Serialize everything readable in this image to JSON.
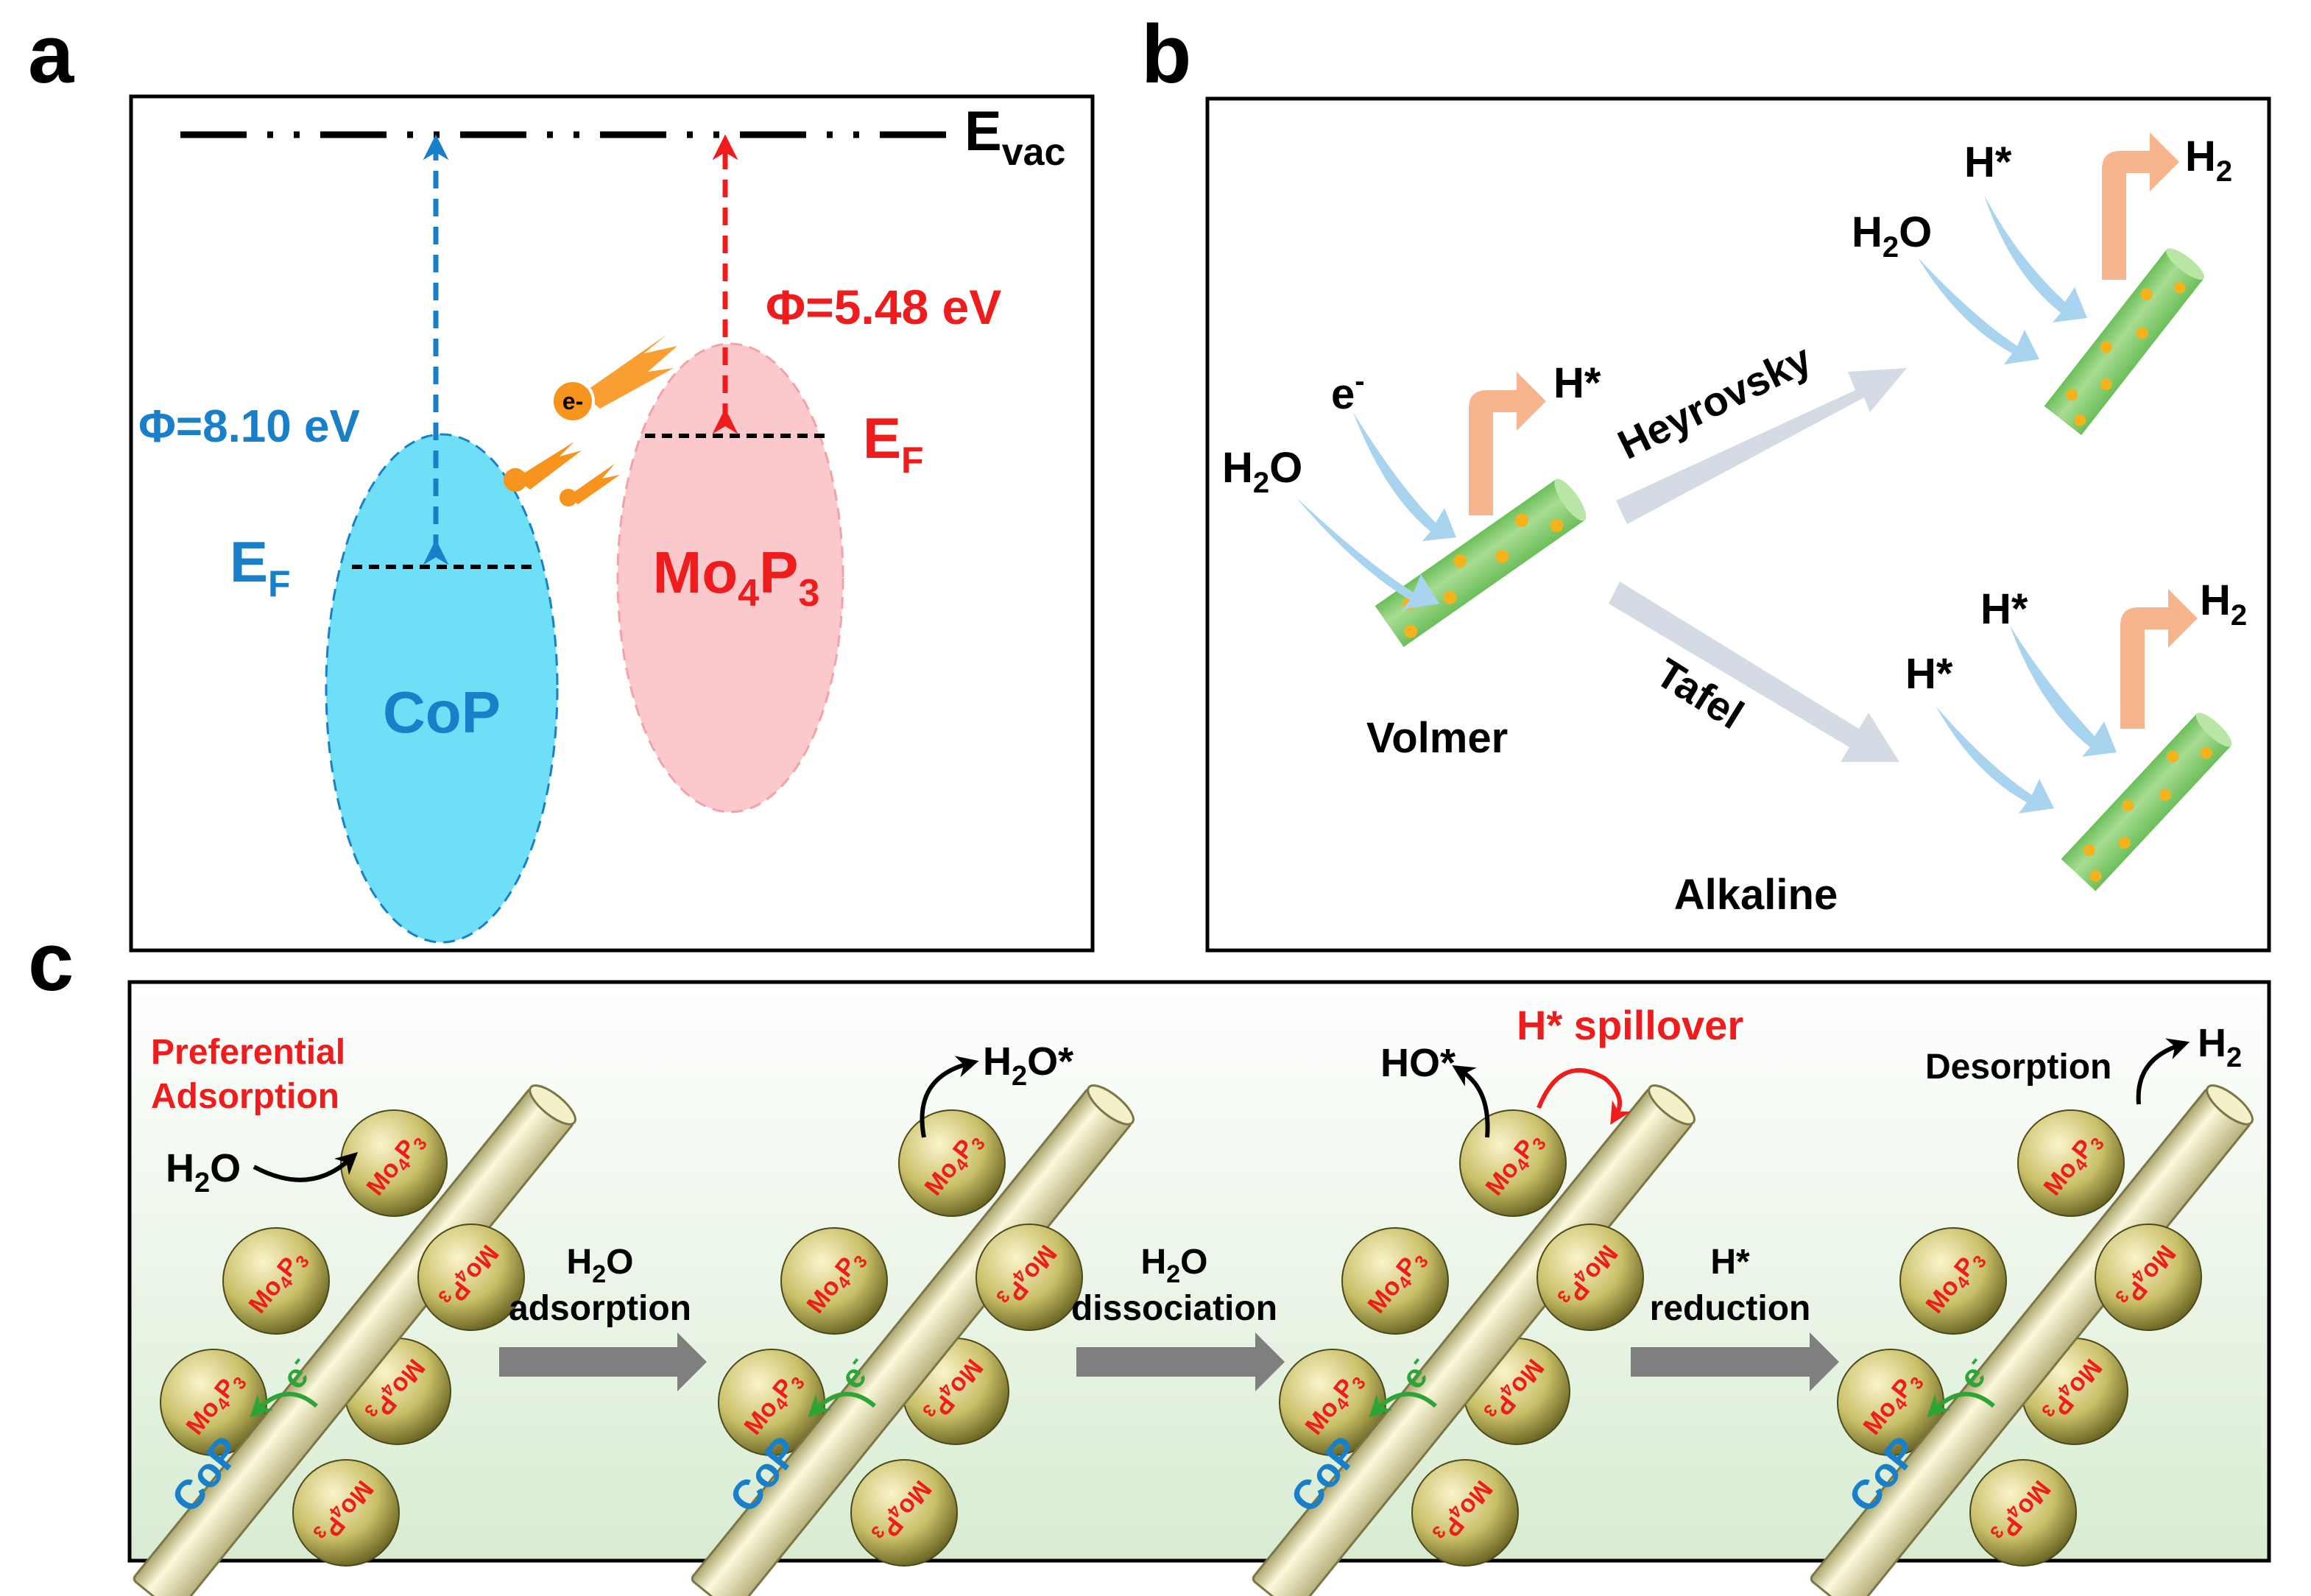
{
  "panel_a": {
    "letter": "a",
    "evac_main": "E",
    "evac_sub": "vac",
    "phi_cop": "Φ=8.10 eV",
    "phi_mo": "Φ=5.48 eV",
    "ef_main": "E",
    "ef_sub": "F",
    "cop_label": "CoP",
    "mo_main_1": "Mo",
    "mo_sub_1": "4",
    "mo_main_2": "P",
    "mo_sub_2": "3",
    "electron_label": "e-",
    "colors": {
      "cop": "#1a7fc9",
      "mo": "#ee1c1c",
      "cop_fill": "#6fdff7",
      "mo_fill": "#fbc8cb",
      "electron": "#f7941d"
    }
  },
  "panel_b": {
    "letter": "b",
    "h2o_main": "H",
    "h2o_sub": "2",
    "h2o_tail": "O",
    "electron_main": "e",
    "electron_sup": "-",
    "hstar": "H*",
    "h2_main": "H",
    "h2_sub": "2",
    "heyrovsky": "Heyrovsky",
    "tafel": "Tafel",
    "volmer": "Volmer",
    "alkaline": "Alkaline",
    "colors": {
      "rod": "#8ed17a",
      "dot": "#f5b21b",
      "arrow_blue": "#a8d4ef",
      "arrow_orange": "#f8b48d",
      "arrow_grey": "#d4dbe5"
    }
  },
  "panel_c": {
    "letter": "c",
    "preferential_1": "Preferential",
    "preferential_2": "Adsorption",
    "h2o_main": "H",
    "h2o_sub": "2",
    "h2o_tail": "O",
    "h2ostar_tail": "O*",
    "hostar": "HO*",
    "spillover": "H* spillover",
    "desorption": "Desorption",
    "h2_main": "H",
    "h2_sub": "2",
    "step1_line1_main": "H",
    "step1_line1_sub": "2",
    "step1_line1_tail": "O",
    "step1_line2": "adsorption",
    "step2_line1_main": "H",
    "step2_line1_sub": "2",
    "step2_line1_tail": "O",
    "step2_line2": "dissociation",
    "step3_line1": "H*",
    "step3_line2": "reduction",
    "sphere_mo": "Mo",
    "sphere_sub4": "4",
    "sphere_p": "P",
    "sphere_sub3": "3",
    "rod_label": "CoP",
    "electron_main": "e",
    "electron_sup": "-",
    "colors": {
      "red": "#ee1c1c",
      "blue": "#1a7fc9",
      "green": "#2ea336",
      "step_arrow": "#7f7f7f"
    }
  }
}
